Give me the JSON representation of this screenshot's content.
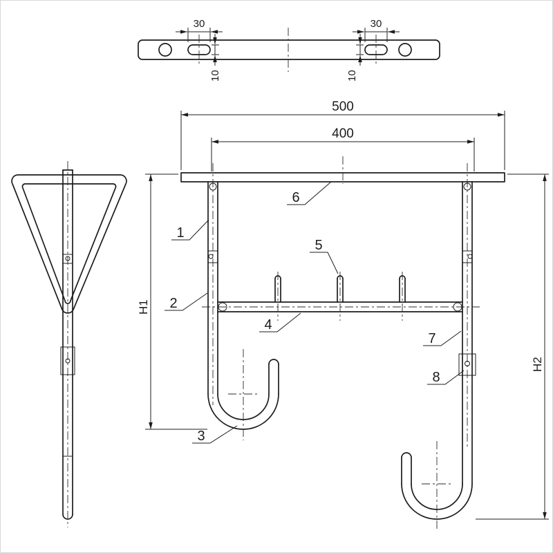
{
  "colors": {
    "background": "#ffffff",
    "line": "#1c1c1c",
    "page_border": "#d8d8d8"
  },
  "dimensions": {
    "overall_width": "500",
    "hanger_spacing": "400",
    "slot_length_left": "30",
    "slot_length_right": "30",
    "slot_offset_left": "10",
    "slot_offset_right": "10",
    "overall_height_left": "H1",
    "overall_height_right": "H2"
  },
  "part_labels": [
    "1",
    "2",
    "3",
    "4",
    "5",
    "6",
    "7",
    "8"
  ]
}
